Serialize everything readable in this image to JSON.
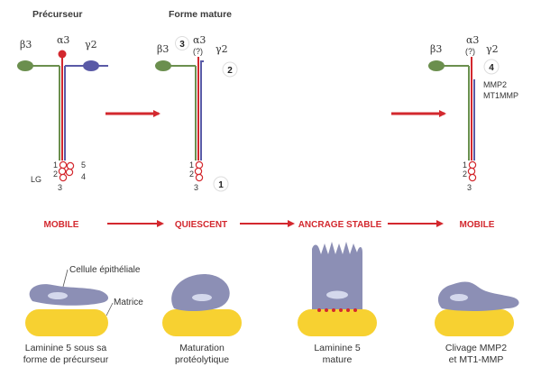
{
  "colors": {
    "green": "#6b8f4e",
    "red": "#d3282e",
    "blue": "#5a5aa6",
    "arrow": "#d3282e",
    "cell": "#8c8fb5",
    "nucleus": "#d4d8ec",
    "matrix": "#f7d131",
    "badge": "#1a1a1a"
  },
  "headers": {
    "precursor": "Précurseur",
    "mature": "Forme mature"
  },
  "chains": {
    "beta3": "β3",
    "alpha3": "α3",
    "gamma2": "γ2",
    "unknown": "(?)"
  },
  "lg": {
    "label": "LG",
    "n1": "1",
    "n2": "2",
    "n3": "3",
    "n4": "4",
    "n5": "5"
  },
  "badges": {
    "b1": "1",
    "b2": "2",
    "b3": "3",
    "b4": "4"
  },
  "enzymes": {
    "mmp2": "MMP2",
    "mt1mmp": "MT1MMP"
  },
  "states": {
    "mobile1": "MOBILE",
    "quiescent": "QUIESCENT",
    "anchorage": "ANCRAGE STABLE",
    "mobile2": "MOBILE"
  },
  "labels": {
    "epithelial_cell": "Cellule épithéliale",
    "matrix": "Matrice"
  },
  "captions": {
    "c1_line1": "Laminine 5 sous sa",
    "c1_line2": "forme de précurseur",
    "c2_line1": "Maturation",
    "c2_line2": "protéolytique",
    "c3_line1": "Laminine 5",
    "c3_line2": "mature",
    "c4_line1": "Clivage MMP2",
    "c4_line2": "et MT1-MMP"
  }
}
